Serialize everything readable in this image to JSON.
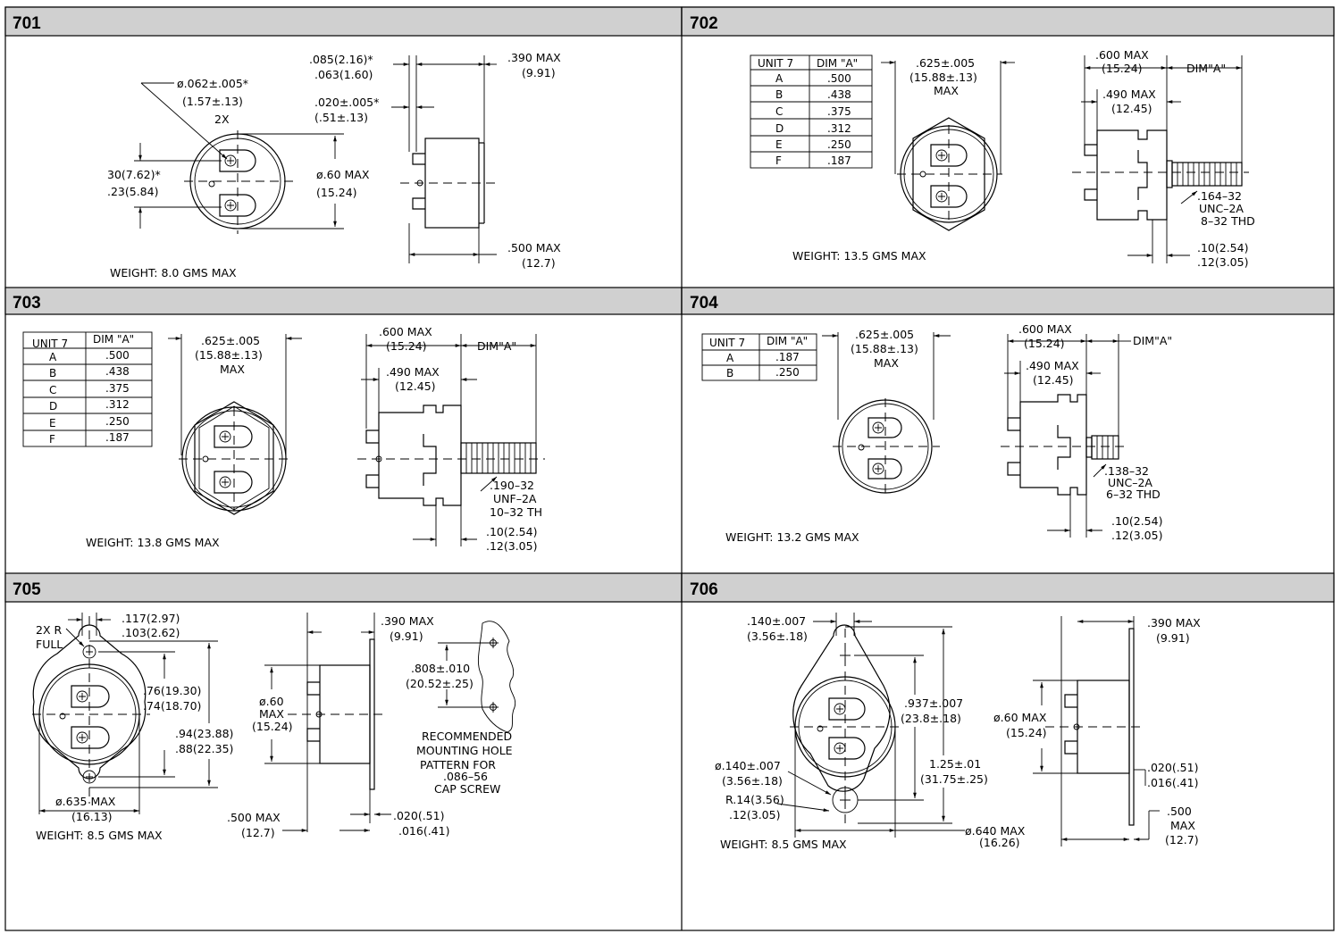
{
  "panels": [
    {
      "id": "701",
      "labels": {
        "hole": "ø.062±.005*",
        "hole_mm": "(1.57±.13)",
        "hole_qty": "2X",
        "thk1": ".085(2.16)*",
        "thk1b": ".063(1.60)",
        "thk2": ".020±.005*",
        "thk2_mm": "(.51±.13)",
        "max390": ".390 MAX",
        "max390_mm": "(9.91)",
        "spc": "30(7.62)*",
        "spc2": ".23(5.84)",
        "dia": "ø.60 MAX",
        "dia_mm": "(15.24)",
        "max500": ".500 MAX",
        "max500_mm": "(12.7)",
        "weight": "WEIGHT:  8.0 GMS MAX"
      }
    },
    {
      "id": "702",
      "table": {
        "h1": "UNIT 7",
        "h2": "DIM  \"A\"",
        "rows": [
          [
            "A",
            ".500"
          ],
          [
            "B",
            ".438"
          ],
          [
            "C",
            ".375"
          ],
          [
            "D",
            ".312"
          ],
          [
            "E",
            ".250"
          ],
          [
            "F",
            ".187"
          ]
        ]
      },
      "labels": {
        "hex": ".625±.005",
        "hex_mm": "(15.88±.13)",
        "hex_max": "MAX",
        "w600": ".600 MAX",
        "w600_mm": "(15.24)",
        "dima": "DIM\"A\"",
        "w490": ".490 MAX",
        "w490_mm": "(12.45)",
        "thr1": ".164–32",
        "thr2": "UNC–2A",
        "thr3": "8–32  THD",
        "g1": ".10(2.54)",
        "g2": ".12(3.05)",
        "weight": "WEIGHT:   13.5  GMS  MAX"
      }
    },
    {
      "id": "703",
      "table": {
        "h1": "UNIT 7",
        "h2": "DIM  \"A\"",
        "rows": [
          [
            "A",
            ".500"
          ],
          [
            "B",
            ".438"
          ],
          [
            "C",
            ".375"
          ],
          [
            "D",
            ".312"
          ],
          [
            "E",
            ".250"
          ],
          [
            "F",
            ".187"
          ]
        ]
      },
      "labels": {
        "hex": ".625±.005",
        "hex_mm": "(15.88±.13)",
        "hex_max": "MAX",
        "w600": ".600 MAX",
        "w600_mm": "(15.24)",
        "dima": "DIM\"A\"",
        "w490": ".490 MAX",
        "w490_mm": "(12.45)",
        "thr1": ".190–32",
        "thr2": "UNF–2A",
        "thr3": "10–32  TH",
        "g1": ".10(2.54)",
        "g2": ".12(3.05)",
        "weight": "WEIGHT:   13.8  GMS  MAX"
      }
    },
    {
      "id": "704",
      "table": {
        "h1": "UNIT 7",
        "h2": "DIM  \"A\"",
        "rows": [
          [
            "A",
            ".187"
          ],
          [
            "B",
            ".250"
          ]
        ]
      },
      "labels": {
        "hex": ".625±.005",
        "hex_mm": "(15.88±.13)",
        "hex_max": "MAX",
        "w600": ".600 MAX",
        "w600_mm": "(15.24)",
        "dima": "DIM\"A\"",
        "w490": ".490 MAX",
        "w490_mm": "(12.45)",
        "thr1": ".138–32",
        "thr2": "UNC–2A",
        "thr3": "6–32  THD",
        "g1": ".10(2.54)",
        "g2": ".12(3.05)",
        "weight": "WEIGHT:   13.2  GMS  MAX"
      }
    },
    {
      "id": "705",
      "labels": {
        "r": "2X  R",
        "full": "FULL",
        "t1": ".117(2.97)",
        "t2": ".103(2.62)",
        "h1": ".76(19.30)",
        "h2": ".74(18.70)",
        "o1": ".94(23.88)",
        "o2": ".88(22.35)",
        "dia": "ø.635  MAX",
        "dia_mm": "(16.13)",
        "weight": "WEIGHT:   8.5  GMS  MAX",
        "max390": ".390 MAX",
        "max390_mm": "(9.91)",
        "d60": "ø.60",
        "d60b": "MAX",
        "d60c": "(15.24)",
        "max500": ".500 MAX",
        "max500_mm": "(12.7)",
        "f1": ".020(.51)",
        "f2": ".016(.41)",
        "pat1": ".808±.010",
        "pat2": "(20.52±.25)",
        "rec1": "RECOMMENDED",
        "rec2": "MOUNTING  HOLE",
        "rec3": "PATTERN  FOR",
        "rec4": ".086–56",
        "rec5": "CAP  SCREW"
      }
    },
    {
      "id": "706",
      "labels": {
        "slot": ".140±.007",
        "slot_mm": "(3.56±.18)",
        "c1": ".937±.007",
        "c2": "(23.8±.18)",
        "l1": "1.25±.01",
        "l2": "(31.75±.25)",
        "hole": "ø.140±.007",
        "hole_mm": "(3.56±.18)",
        "r1": "R.14(3.56)",
        "r2": ".12(3.05)",
        "dia": "ø.640  MAX",
        "dia_mm": "(16.26)",
        "weight": "WEIGHT:  8.5  GMS  MAX",
        "max390": ".390 MAX",
        "max390_mm": "(9.91)",
        "d60": "ø.60  MAX",
        "d60b": "(15.24)",
        "f1": ".020(.51)",
        "f2": ".016(.41)",
        "m1": ".500",
        "m2": "MAX",
        "m3": "(12.7)"
      }
    }
  ]
}
